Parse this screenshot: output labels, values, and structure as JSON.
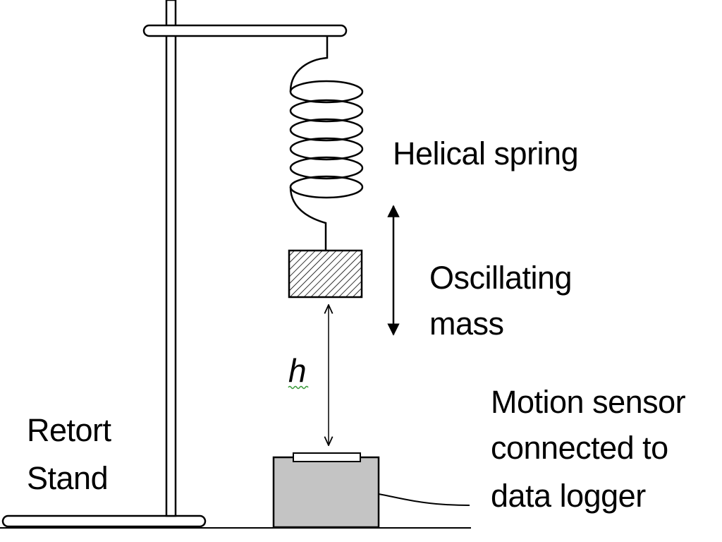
{
  "labels": {
    "spring": "Helical spring",
    "mass_line1": "Oscillating",
    "mass_line2": "mass",
    "height": "h",
    "sensor_line1": "Motion sensor",
    "sensor_line2": "connected to",
    "sensor_line3": "data logger",
    "stand_line1": "Retort",
    "stand_line2": "Stand"
  },
  "colors": {
    "line": "#000000",
    "stand_fill": "#ffffff",
    "sensor_fill": "#c4c4c4",
    "squiggle": "#3a9a3a"
  }
}
